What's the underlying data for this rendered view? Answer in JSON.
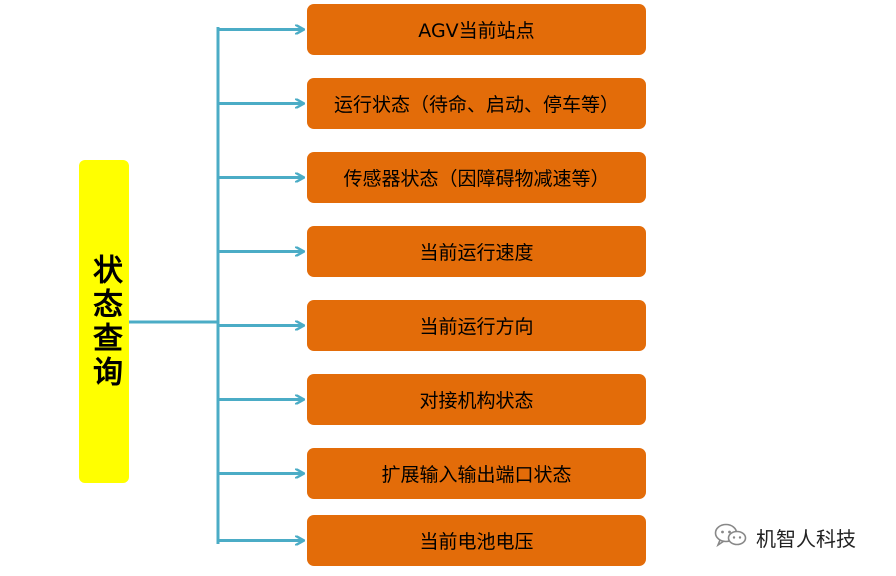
{
  "root": {
    "label": "状态查询"
  },
  "items": [
    {
      "label": "AGV当前站点"
    },
    {
      "label": "运行状态（待命、启动、停车等）"
    },
    {
      "label": "传感器状态（因障碍物减速等）"
    },
    {
      "label": "当前运行速度"
    },
    {
      "label": "当前运行方向"
    },
    {
      "label": "对接机构状态"
    },
    {
      "label": "扩展输入输出端口状态"
    },
    {
      "label": "当前电池电压"
    }
  ],
  "watermark": {
    "text": "机智人科技",
    "icon": "wechat-icon"
  },
  "colors": {
    "root_fill": "#ffff00",
    "item_fill": "#e36c09",
    "connector": "#4bacc6",
    "background": "#ffffff"
  }
}
